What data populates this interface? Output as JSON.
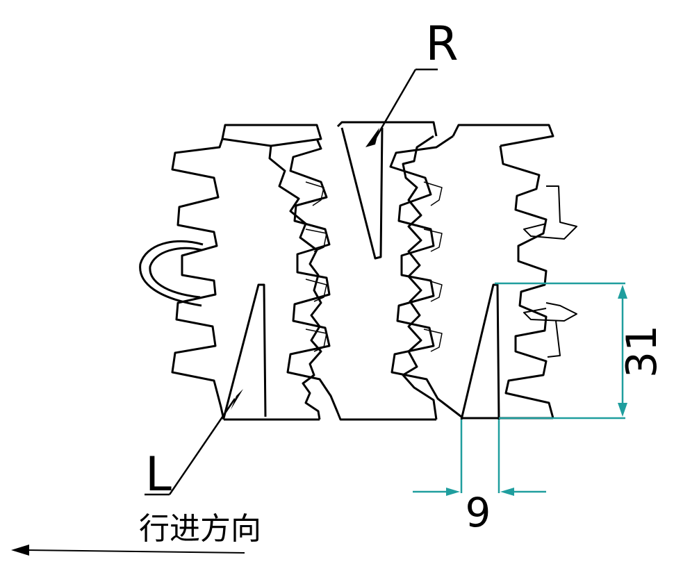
{
  "labels": {
    "right": "R",
    "left": "L",
    "direction": "行进方向"
  },
  "dimensions": {
    "height": "31",
    "width": "9"
  },
  "colors": {
    "line": "#000000",
    "dimension": "#1f9e9e",
    "background": "#ffffff"
  }
}
